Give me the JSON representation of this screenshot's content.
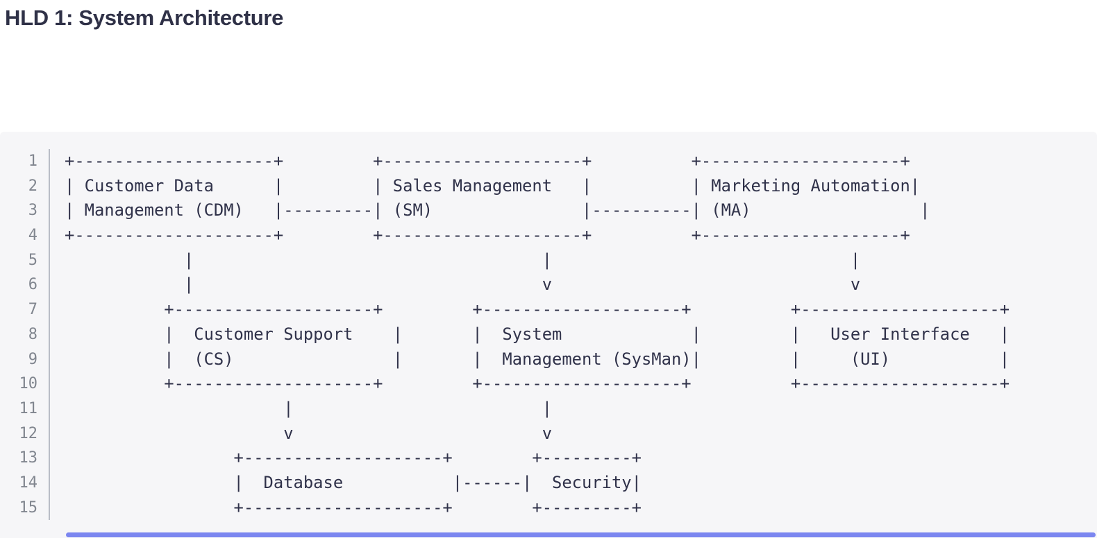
{
  "page": {
    "title": "HLD 1: System Architecture"
  },
  "code_block": {
    "line_numbers": [
      "1",
      "2",
      "3",
      "4",
      "5",
      "6",
      "7",
      "8",
      "9",
      "10",
      "11",
      "12",
      "13",
      "14",
      "15"
    ],
    "lines": [
      "+--------------------+         +--------------------+          +--------------------+",
      "| Customer Data      |         | Sales Management   |          | Marketing Automation|",
      "| Management (CDM)   |---------| (SM)               |----------| (MA)                 |",
      "+--------------------+         +--------------------+          +--------------------+",
      "            |                                   |                              |",
      "            |                                   v                              v",
      "          +--------------------+         +--------------------+          +--------------------+",
      "          |  Customer Support    |       |  System             |         |   User Interface   |",
      "          |  (CS)                |       |  Management (SysMan)|         |     (UI)           |",
      "          +--------------------+         +--------------------+          +--------------------+",
      "                      |                         |",
      "                      v                         v",
      "                 +--------------------+        +---------+",
      "                 |  Database           |------|  Security|",
      "                 +--------------------+        +---------+"
    ],
    "diagram_components": [
      "Customer Data Management (CDM)",
      "Sales Management (SM)",
      "Marketing Automation (MA)",
      "Customer Support (CS)",
      "System Management (SysMan)",
      "User Interface (UI)",
      "Database",
      "Security"
    ]
  },
  "colors": {
    "page_background": "#ffffff",
    "title_text": "#2f3147",
    "code_background": "#f6f6f8",
    "code_text": "#30324a",
    "line_number_text": "#81868f",
    "gutter_rule": "#b9bdc6",
    "scrollbar_thumb": "#7b86f0"
  }
}
